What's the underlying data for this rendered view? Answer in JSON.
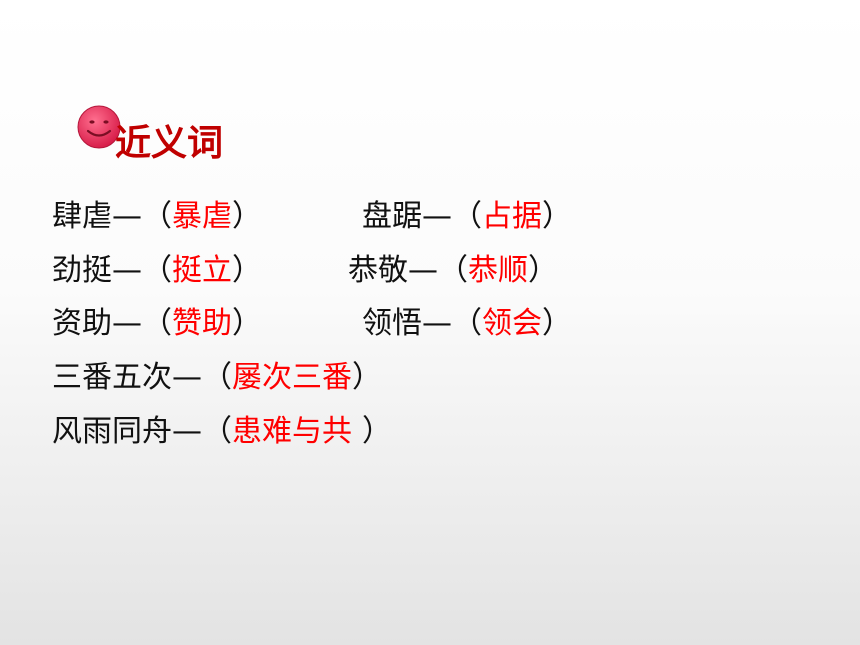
{
  "title": "近义词",
  "colors": {
    "title": "#c00000",
    "answer": "#ff0000",
    "text": "#111111",
    "smiley_face": "#e8325c"
  },
  "icon": "smiley-face-icon",
  "pairs": [
    {
      "word": "肆虐",
      "dash": "—",
      "open": "（",
      "answer": "暴虐",
      "close": "）"
    },
    {
      "word": "盘踞",
      "dash": "—",
      "open": "（",
      "answer": "占据",
      "close": "）"
    },
    {
      "word": "劲挺",
      "dash": "—",
      "open": "（",
      "answer": "挺立",
      "close": "）"
    },
    {
      "word": "恭敬",
      "dash": "—",
      "open": "（",
      "answer": "恭顺",
      "close": "）"
    },
    {
      "word": "资助",
      "dash": "—",
      "open": "（",
      "answer": "赞助",
      "close": "）"
    },
    {
      "word": "领悟",
      "dash": "—",
      "open": "（",
      "answer": "领会",
      "close": "）"
    },
    {
      "word": "三番五次",
      "dash": "—",
      "open": "（",
      "answer": "屡次三番",
      "close": "）"
    },
    {
      "word": "风雨同舟",
      "dash": "—",
      "open": "（",
      "answer": "患难与共",
      "close": "）"
    }
  ]
}
